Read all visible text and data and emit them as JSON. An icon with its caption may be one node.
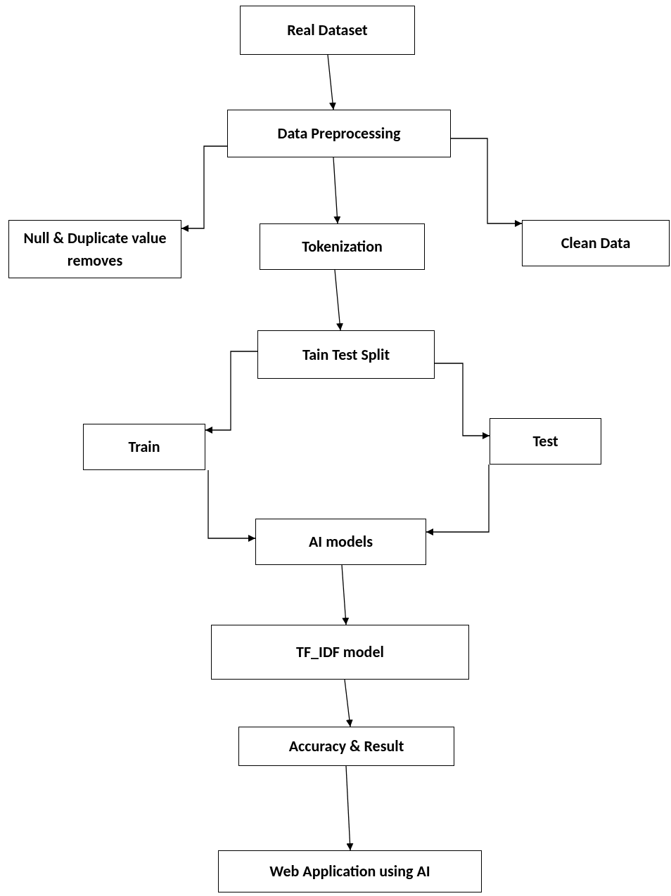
{
  "diagram": {
    "nodes": [
      {
        "text": [
          "Real Dataset"
        ]
      },
      {
        "text": [
          "Data Preprocessing"
        ]
      },
      {
        "text": [
          "Null & Duplicate value removes"
        ]
      },
      {
        "text": [
          "Tokenization"
        ]
      },
      {
        "text": [
          "Clean Data"
        ]
      },
      {
        "text": [
          "Tain Test Split"
        ]
      },
      {
        "text": [
          "Train"
        ]
      },
      {
        "text": [
          "Test"
        ]
      },
      {
        "text": [
          "AI models"
        ]
      },
      {
        "text": [
          "TF_IDF model"
        ]
      },
      {
        "text": [
          "Accuracy & Result"
        ]
      },
      {
        "text": [
          "Web Application using AI"
        ]
      }
    ],
    "edges": [
      {
        "from": 0,
        "to": 1,
        "arrow": "to"
      },
      {
        "from": 1,
        "to": 2,
        "arrow": "to"
      },
      {
        "from": 1,
        "to": 3,
        "arrow": "to"
      },
      {
        "from": 1,
        "to": 4,
        "arrow": "to"
      },
      {
        "from": 3,
        "to": 5,
        "arrow": "to"
      },
      {
        "from": 5,
        "to": 6,
        "arrow": "to"
      },
      {
        "from": 5,
        "to": 7,
        "arrow": "to"
      },
      {
        "from": 6,
        "to": 8,
        "arrow": "to"
      },
      {
        "from": 7,
        "to": 8,
        "arrow": "to"
      },
      {
        "from": 8,
        "to": 9,
        "arrow": "to"
      },
      {
        "from": 9,
        "to": 10,
        "arrow": "to"
      },
      {
        "from": 10,
        "to": 11,
        "arrow": "to"
      }
    ]
  }
}
